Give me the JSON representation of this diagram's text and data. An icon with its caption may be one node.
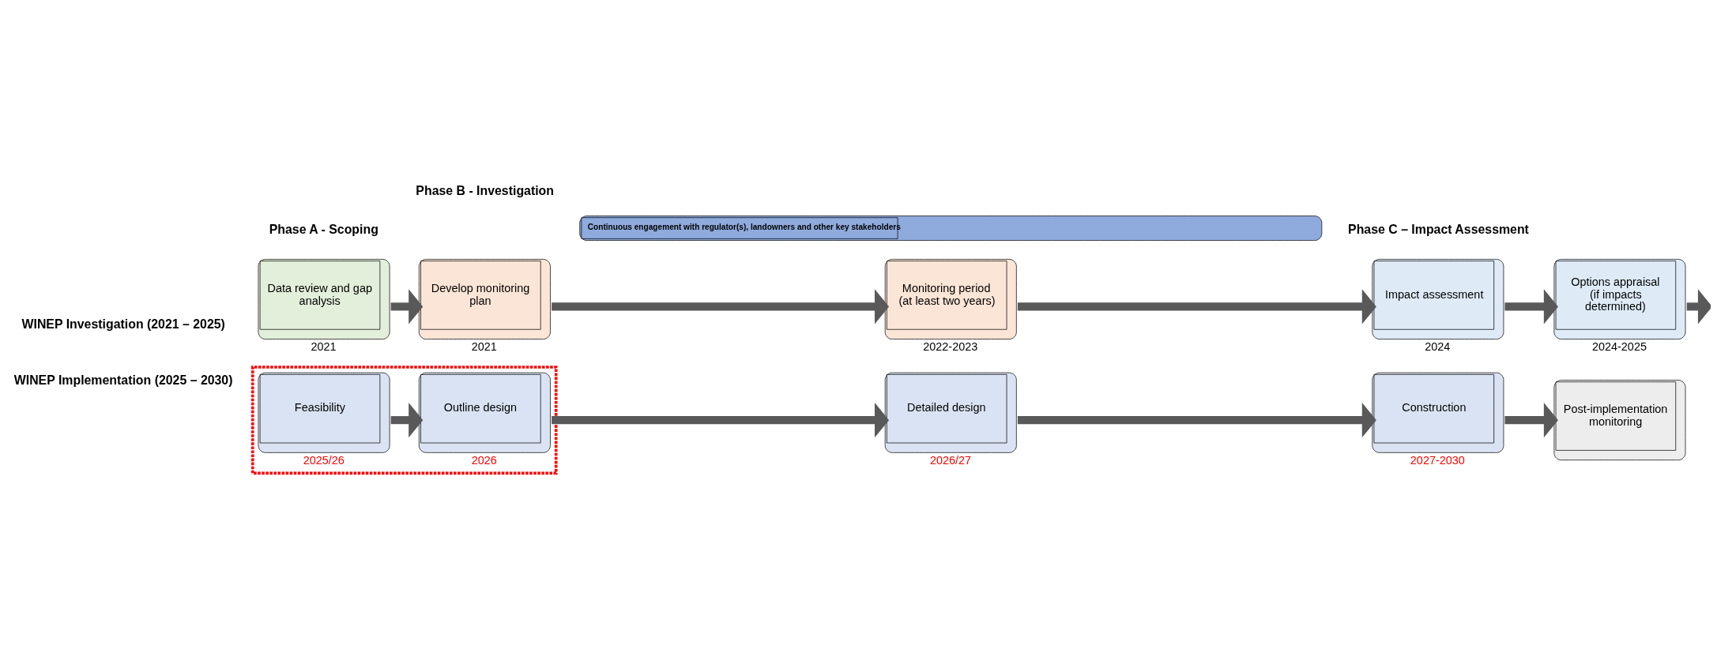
{
  "diagram": {
    "nodes": [
      {
        "text": [
          "Data review and gap analysis"
        ],
        "beside": [
          "2021"
        ]
      },
      {
        "text": [
          "Develop monitoring plan"
        ],
        "beside": [
          "2021"
        ]
      },
      {
        "text": [
          "Monitoring period (at least two years)"
        ],
        "beside": [
          "2022-2023"
        ]
      },
      {
        "text": [
          "Impact assessment"
        ],
        "beside": [
          "2024"
        ]
      },
      {
        "text": [
          "Options appraisal (if impacts determined)"
        ],
        "beside": [
          "2024-2025"
        ]
      },
      {
        "text": [
          "Continuous engagement with regulator(s), landowners and other key stakeholders"
        ]
      },
      {
        "text": [],
        "shape": "box"
      },
      {
        "text": [
          "Feasibility"
        ],
        "in": 6,
        "beside": [
          "2025/26"
        ]
      },
      {
        "text": [
          "Outline design"
        ],
        "in": 6,
        "beside": [
          "2026"
        ]
      },
      {
        "text": [
          "Detailed design"
        ],
        "beside": [
          "2026/27"
        ]
      },
      {
        "text": [
          "Construction"
        ],
        "beside": [
          "2027-2030"
        ]
      },
      {
        "text": [
          "Post-implementation monitoring"
        ]
      }
    ],
    "edges": [
      {
        "from": 0,
        "to": 1,
        "arrow": "to"
      },
      {
        "from": 1,
        "to": 2,
        "arrow": "to"
      },
      {
        "from": 2,
        "to": 3,
        "arrow": "to"
      },
      {
        "from": 3,
        "to": 4,
        "arrow": "to"
      },
      {
        "from": 4,
        "to": null,
        "arrow": "to"
      },
      {
        "from": 7,
        "to": 8,
        "arrow": "to"
      },
      {
        "from": 8,
        "to": 9,
        "arrow": "to"
      },
      {
        "from": 9,
        "to": 10,
        "arrow": "to"
      },
      {
        "from": 10,
        "to": 11,
        "arrow": "to"
      }
    ],
    "labels": [
      "Phase A - Scoping",
      "Phase B - Investigation",
      "Phase C – Impact Assessment",
      "WINEP Investigation (2021 – 2025)",
      "WINEP Implementation (2025 – 2030)"
    ]
  }
}
